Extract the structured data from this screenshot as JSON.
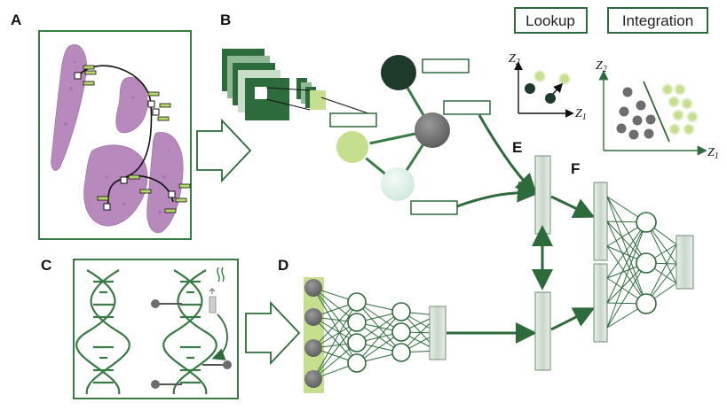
{
  "panels": {
    "a": "A",
    "b": "B",
    "c": "C",
    "d": "D",
    "e": "E",
    "f": "F"
  },
  "buttons": {
    "lookup": "Lookup",
    "integration": "Integration"
  },
  "axes": {
    "lookup_y": "Z",
    "lookup_y_sub": "2",
    "lookup_x": "Z",
    "lookup_x_sub": "1",
    "integration_y": "Z",
    "integration_y_sub": "2",
    "integration_x": "Z",
    "integration_x_sub": "1"
  },
  "colors": {
    "dark_green": "#2e6b3c",
    "frame_green": "#3a7a45",
    "tissue_purple": "#b27fb8",
    "light_green": "#c5df8f",
    "node_grey": "#6d6d6d"
  }
}
